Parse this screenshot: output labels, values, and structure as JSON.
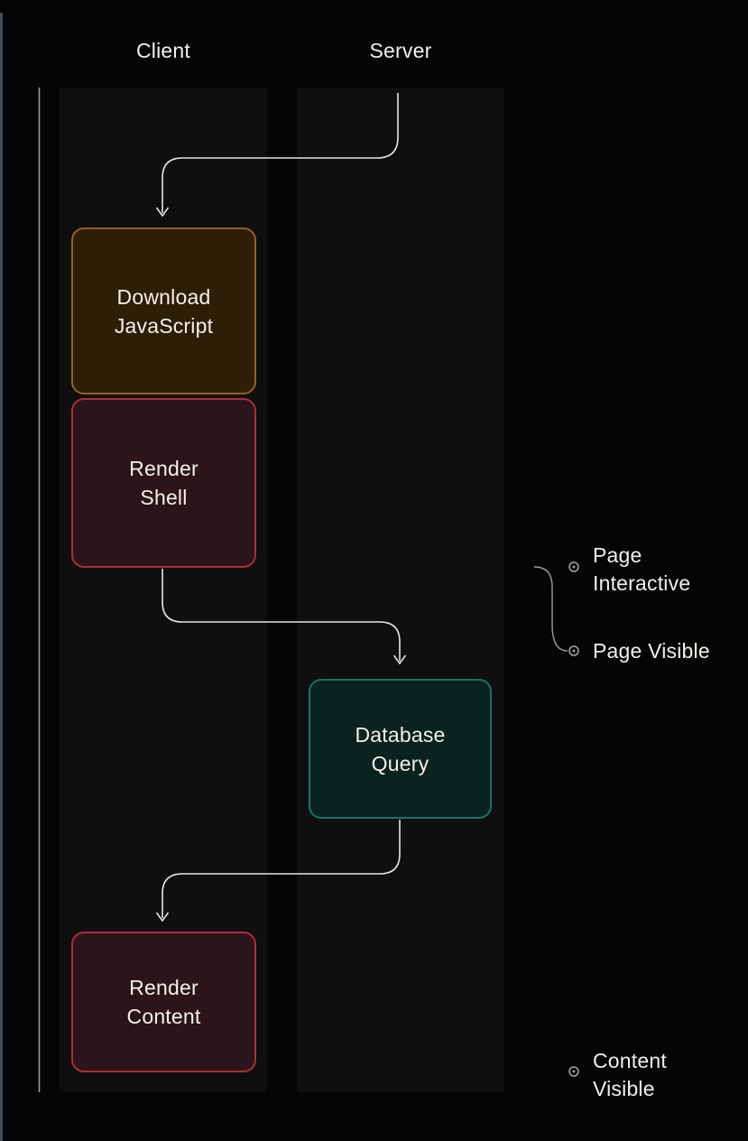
{
  "lanes": [
    {
      "id": "client",
      "label": "Client"
    },
    {
      "id": "server",
      "label": "Server"
    }
  ],
  "nodes": [
    {
      "id": "download-javascript",
      "lane": "Client",
      "label": "Download\nJavaScript",
      "border_color": "#96601e",
      "fill_color": "#2d1e07"
    },
    {
      "id": "render-shell",
      "lane": "Client",
      "label": "Render\nShell",
      "border_color": "#a8303a",
      "fill_color": "#2c151a"
    },
    {
      "id": "database-query",
      "lane": "Server",
      "label": "Database\nQuery",
      "border_color": "#1d7260",
      "fill_color": "#0a231f"
    },
    {
      "id": "render-content",
      "lane": "Client",
      "label": "Render\nContent",
      "border_color": "#a8303a",
      "fill_color": "#2c151a"
    }
  ],
  "milestones": [
    {
      "id": "page-interactive",
      "label": "Page\nInteractive"
    },
    {
      "id": "page-visible",
      "label": "Page Visible"
    },
    {
      "id": "content-visible",
      "label": "Content\nVisible"
    }
  ],
  "flow": [
    "Server start -> Download JavaScript",
    "Download JavaScript -> Render Shell",
    "Render Shell -> Database Query",
    "Database Query -> Render Content"
  ],
  "colors": {
    "page_bg": "#050505",
    "lane_bg": "#0f0f10",
    "text": "#f3f0ea",
    "connector": "#e9e4de",
    "milestone_line": "#aba49d",
    "timeline": "#9a9a9a",
    "edge_strip": "#3e4c58",
    "node_orange_border": "#96601e",
    "node_orange_fill": "#2d1e07",
    "node_red_border": "#a8303a",
    "node_red_fill": "#2c151a",
    "node_teal_border": "#1d7260",
    "node_teal_fill": "#0a231f"
  }
}
